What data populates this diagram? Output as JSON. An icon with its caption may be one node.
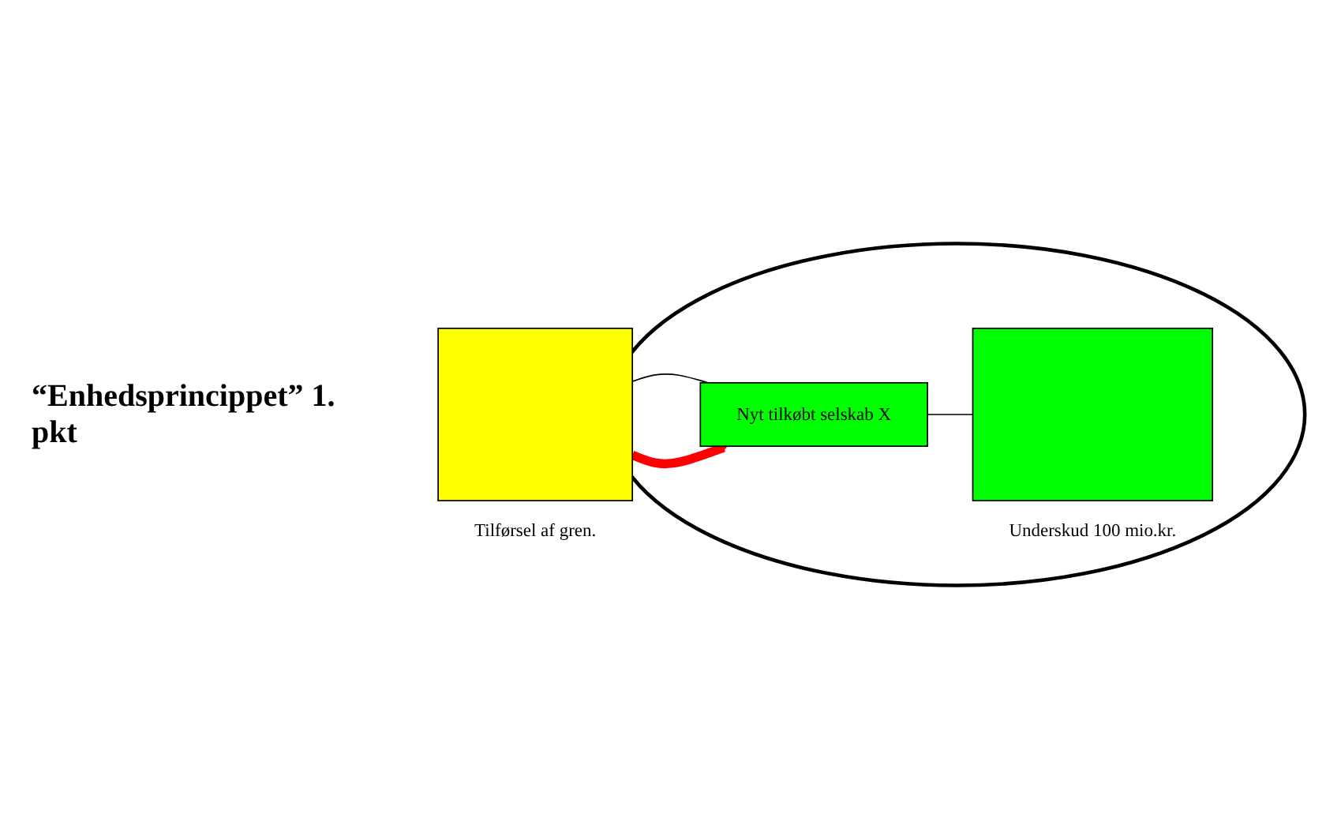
{
  "diagram": {
    "nodes": [
      {
        "text": [],
        "shape": "circle"
      },
      {
        "text": [],
        "shape": "box",
        "beside": [
          "Tilførsel af gren."
        ]
      },
      {
        "text": [
          "Nyt tilkøbt selskab X"
        ],
        "in": 0
      },
      {
        "text": [],
        "shape": "box",
        "in": 0,
        "beside": [
          "Underskud 100 mio.kr."
        ]
      }
    ],
    "edges": [
      {
        "from": 1,
        "to": 2,
        "arrow": "none"
      },
      {
        "from": 1,
        "to": 2,
        "arrow": "to",
        "style": "thick",
        "color": "#ff0000"
      },
      {
        "from": 2,
        "to": 3,
        "arrow": "none"
      }
    ],
    "labels": [
      "“Enhedsprincippet” 1. pkt"
    ]
  }
}
